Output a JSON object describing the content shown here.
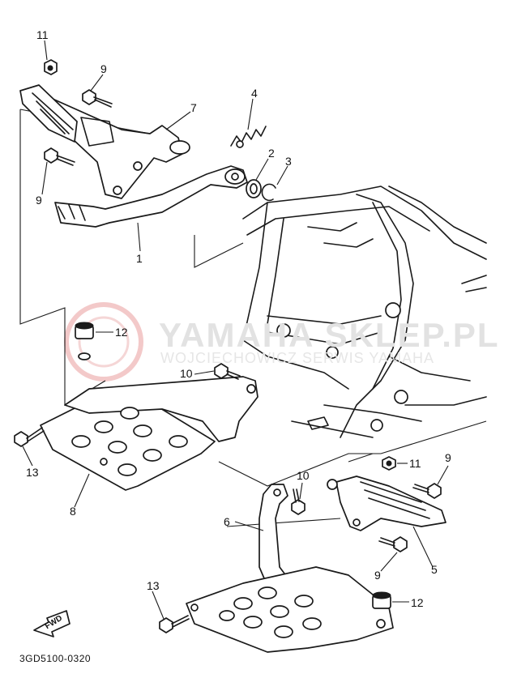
{
  "diagram": {
    "code": "3GD5100-0320",
    "watermark": {
      "brand": "YAMAHA SKLEP.PL",
      "sub": "WOJCIECHOWICZ SERWIS YAMAHA"
    },
    "fwd_label": "FWD",
    "callouts": {
      "c11a": "11",
      "c9a": "9",
      "c4": "4",
      "c7": "7",
      "c2": "2",
      "c3": "3",
      "c9b": "9",
      "c1": "1",
      "c12a": "12",
      "c10a": "10",
      "c13a": "13",
      "c8": "8",
      "c11b": "11",
      "c9c": "9",
      "c10b": "10",
      "c6": "6",
      "c5": "5",
      "c9d": "9",
      "c13b": "13",
      "c12b": "12"
    }
  }
}
